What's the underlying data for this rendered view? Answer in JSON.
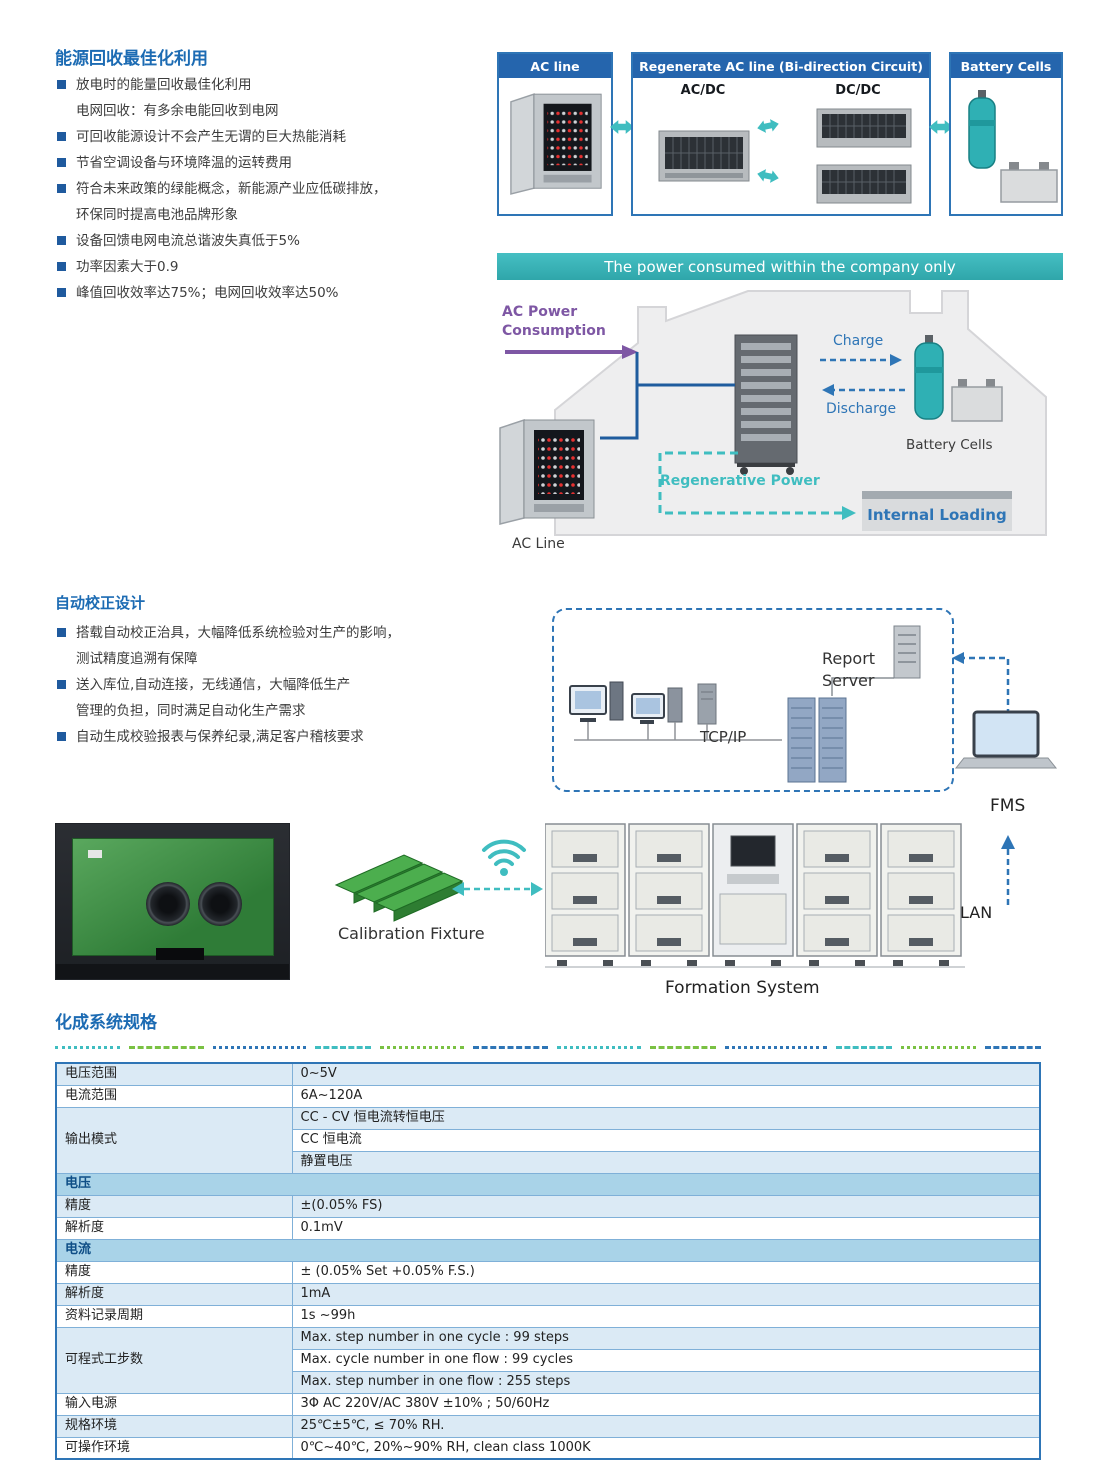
{
  "colors": {
    "heading_blue": "#1c6bb3",
    "panel_blue": "#2565ad",
    "teal": "#3fbdc0",
    "banner_teal": "#45bfc3",
    "purple": "#7e57a4",
    "link_blue": "#2e75b6",
    "bullet_navy": "#1f5a9e",
    "table_border": "#2e75b6",
    "row_blue": "#dbeaf5",
    "section_row": "#a9d3e8"
  },
  "energy": {
    "title": "能源回收最佳化利用",
    "bullets": [
      [
        "放电时的能量回收最佳化利用",
        "电网回收：有多余电能回收到电网"
      ],
      [
        "可回收能源设计不会产生无谓的巨大热能消耗"
      ],
      [
        "节省空调设备与环境降温的运转费用"
      ],
      [
        "符合未来政策的绿能概念，新能源产业应低碳排放，",
        "环保同时提高电池品牌形象"
      ],
      [
        "设备回馈电网电流总谐波失真低于5%"
      ],
      [
        "功率因素大于0.9"
      ],
      [
        "峰值回收效率达75%；电网回收效率达50%"
      ]
    ]
  },
  "auto": {
    "title": "自动校正设计",
    "bullets": [
      [
        "搭载自动校正治具，大幅降低系统检验对生产的影响，",
        "测试精度追溯有保障"
      ],
      [
        "送入库位,自动连接，无线通信，大幅降低生产",
        "管理的负担，同时满足自动化生产需求"
      ],
      [
        "自动生成校验报表与保养纪录,满足客户稽核要求"
      ]
    ]
  },
  "diagram_regen": {
    "ac_line": "AC line",
    "regen_title": "Regenerate AC line (Bi-direction Circuit)",
    "acdc": "AC/DC",
    "dcdc": "DC/DC",
    "battery_cells": "Battery Cells"
  },
  "power": {
    "banner": "The power consumed within the company only",
    "ac_power_line1": "AC Power",
    "ac_power_line2": "Consumption",
    "charge": "Charge",
    "discharge": "Discharge",
    "battery_cells": "Battery Cells",
    "regen_power": "Regenerative Power",
    "internal_loading": "Internal Loading",
    "ac_line": "AC Line"
  },
  "network": {
    "tcpip": "TCP/IP",
    "report_line1": "Report",
    "report_line2": "Server",
    "fms": "FMS"
  },
  "equipment": {
    "calibration_fixture": "Calibration Fixture",
    "formation_system": "Formation System",
    "lan": "LAN"
  },
  "spec": {
    "title": "化成系统规格",
    "rows": [
      {
        "type": "kv",
        "label": "电压范围",
        "values": [
          "0~5V"
        ]
      },
      {
        "type": "kv",
        "label": "电流范围",
        "values": [
          "6A~120A"
        ]
      },
      {
        "type": "kv",
        "label": "输出模式",
        "values": [
          "CC - CV 恒电流转恒电压",
          "CC 恒电流",
          "静置电压"
        ]
      },
      {
        "type": "section",
        "label": "电压"
      },
      {
        "type": "kv",
        "label": "精度",
        "values": [
          "±(0.05% FS)"
        ]
      },
      {
        "type": "kv",
        "label": "解析度",
        "values": [
          "0.1mV"
        ]
      },
      {
        "type": "section",
        "label": "电流"
      },
      {
        "type": "kv",
        "label": "精度",
        "values": [
          "± (0.05% Set +0.05% F.S.)"
        ]
      },
      {
        "type": "kv",
        "label": "解析度",
        "values": [
          "1mA"
        ]
      },
      {
        "type": "kv",
        "label": "资料记录周期",
        "values": [
          "1s ~99h"
        ]
      },
      {
        "type": "kv",
        "label": "可程式工步数",
        "values": [
          "Max. step number in one cycle : 99 steps",
          "Max. cycle number in one flow : 99 cycles",
          "Max. step number in one flow : 255 steps"
        ]
      },
      {
        "type": "kv",
        "label": "输入电源",
        "values": [
          "3Φ AC 220V/AC 380V ±10% ; 50/60Hz"
        ]
      },
      {
        "type": "kv",
        "label": "规格环境",
        "values": [
          "25℃±5℃, ≤ 70% RH."
        ]
      },
      {
        "type": "kv",
        "label": "可操作环境",
        "values": [
          "0℃~40℃, 20%~90% RH, clean class 1000K"
        ]
      }
    ]
  }
}
